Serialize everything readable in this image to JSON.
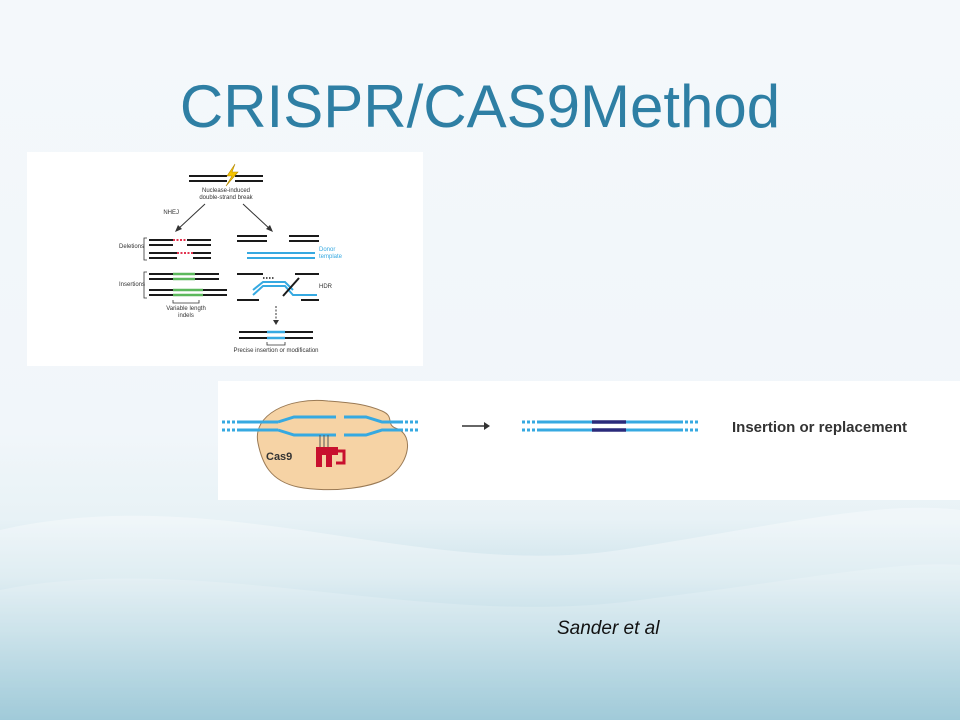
{
  "slide": {
    "title": "CRISPR/CAS9Method",
    "citation": "Sander et al"
  },
  "diagram_top": {
    "break_label_line1": "Nuclease-induced",
    "break_label_line2": "double-strand break",
    "nhej_label": "NHEJ",
    "deletions_label": "Deletions",
    "insertions_label": "Insertions",
    "variable_label_line1": "Variable length",
    "variable_label_line2": "indels",
    "donor_label_line1": "Donor",
    "donor_label_line2": "template",
    "hdr_label": "HDR",
    "precise_label": "Precise insertion or modification",
    "colors": {
      "dna": "#1a1a1a",
      "donor": "#36a9e1",
      "deletion": "#e2334f",
      "insertion": "#5cb85c",
      "bolt": "#f5c400"
    }
  },
  "diagram_bottom": {
    "cas9_label": "Cas9",
    "result_label": "Insertion or replacement",
    "colors": {
      "dna": "#36a9e1",
      "insert": "#2a2a7a",
      "cas9_body": "#f6d3a5",
      "guide": "#c8102e"
    }
  }
}
